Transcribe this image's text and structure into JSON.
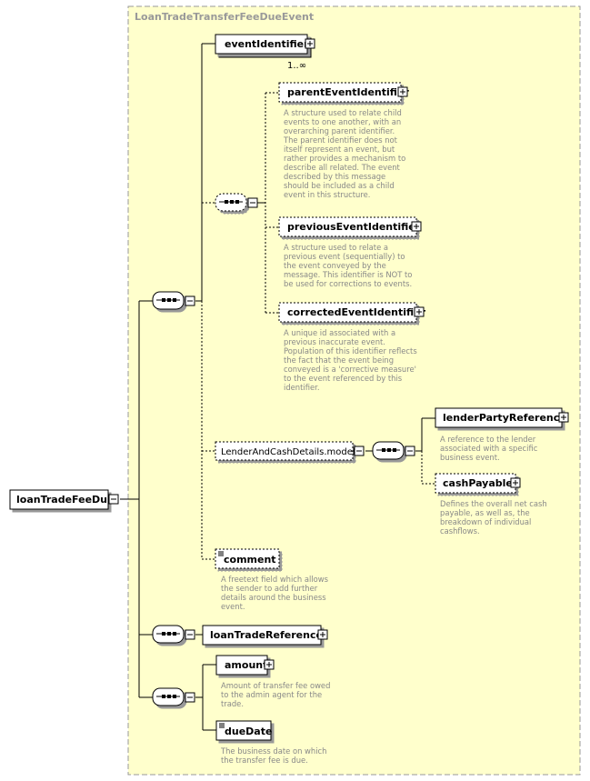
{
  "diagram": {
    "container_title": "LoanTradeTransferFeeDueEvent",
    "root": {
      "label": "loanTradeFeeDue"
    },
    "elements": {
      "eventIdentifier": {
        "label": "eventIdentifier",
        "cardinality": "1..∞"
      },
      "parentEventIdentifier": {
        "label": "parentEventIdentifier",
        "doc": [
          "A structure used to relate child",
          "events to one another, with an",
          "overarching parent identifier.",
          "The parent identifier does not",
          "itself represent an event, but",
          "rather provides a mechanism to",
          "describe all related. The event",
          "described by this message",
          "should be included as a child",
          "event in this structure."
        ]
      },
      "previousEventIdentifier": {
        "label": "previousEventIdentifier",
        "doc": [
          "A structure used to relate a",
          "previous event (sequentially) to",
          "the event conveyed by the",
          "message. This identifier is NOT to",
          "be used for corrections to events."
        ]
      },
      "correctedEventIdentifier": {
        "label": "correctedEventIdentifier",
        "doc": [
          "A unique id associated with a",
          "previous inaccurate event.",
          "Population of this identifier reflects",
          "the fact that the event being",
          "conveyed is a 'corrective measure'",
          "to the event referenced by this",
          "identifier."
        ]
      },
      "lenderAndCashDetails": {
        "label": "LenderAndCashDetails.model"
      },
      "lenderPartyReference": {
        "label": "lenderPartyReference",
        "doc": [
          "A reference to the lender",
          "associated with a specific",
          "business event."
        ]
      },
      "cashPayable": {
        "label": "cashPayable",
        "doc": [
          "Defines the overall net cash",
          "payable, as well as, the",
          "breakdown of individual",
          "cashflows."
        ]
      },
      "comment": {
        "label": "comment",
        "doc": [
          "A freetext field which allows",
          "the sender to add further",
          "details around the business",
          "event."
        ]
      },
      "loanTradeReference": {
        "label": "loanTradeReference"
      },
      "amount": {
        "label": "amount",
        "doc": [
          "Amount of transfer fee owed",
          "to the admin agent for the",
          "trade."
        ]
      },
      "dueDate": {
        "label": "dueDate",
        "doc": [
          "The business date on which",
          "the transfer fee is due."
        ]
      }
    },
    "colors": {
      "container_fill": "#ffffcc",
      "container_border": "#999999",
      "node_fill": "#ffffff",
      "text": "#000000",
      "doc_text": "#888888"
    },
    "icons": [
      "plus-box-icon",
      "minus-box-icon",
      "sequence-compositor-icon",
      "text-content-icon"
    ]
  }
}
